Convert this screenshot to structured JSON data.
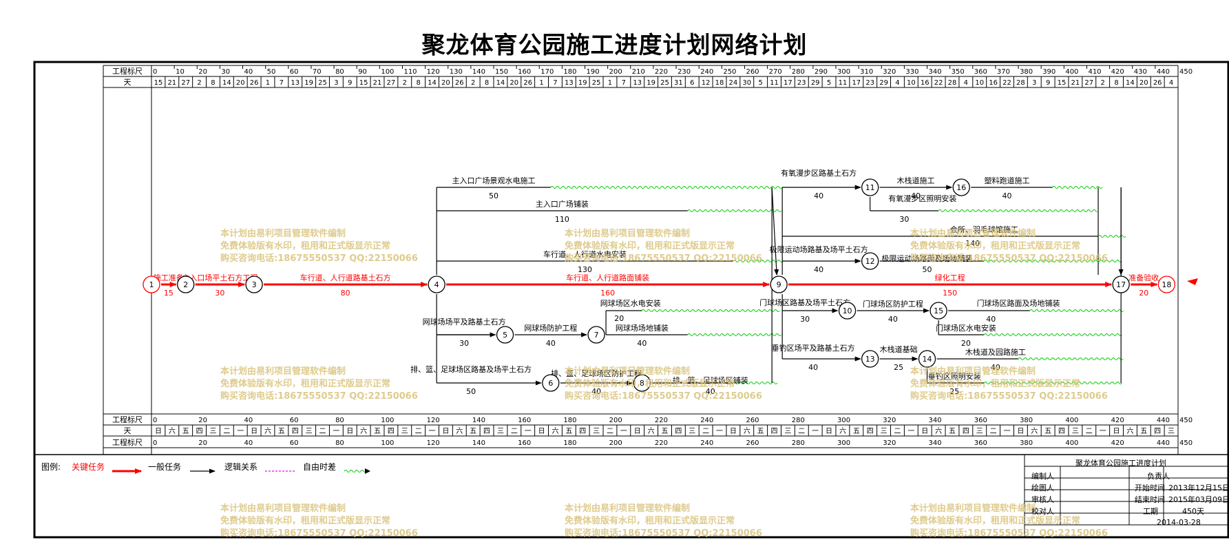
{
  "title": "聚龙体育公园施工进度计划网络计划",
  "scale_top": {
    "row1_label": "工程标尺",
    "row1_ticks": [
      "0",
      "10",
      "20",
      "30",
      "40",
      "50",
      "60",
      "70",
      "80",
      "90",
      "100",
      "110",
      "120",
      "130",
      "140",
      "150",
      "160",
      "170",
      "180",
      "190",
      "200",
      "210",
      "220",
      "230",
      "240",
      "250",
      "260",
      "270",
      "280",
      "290",
      "300",
      "310",
      "320",
      "330",
      "340",
      "350",
      "360",
      "370",
      "380",
      "390",
      "400",
      "410",
      "420",
      "430",
      "440",
      "450"
    ],
    "row2_label": "天",
    "row2_days": [
      "15",
      "21",
      "27",
      "2",
      "8",
      "14",
      "20",
      "26",
      "1",
      "7",
      "13",
      "19",
      "25",
      "3",
      "9",
      "15",
      "21",
      "27",
      "2",
      "8",
      "14",
      "20",
      "26",
      "2",
      "8",
      "14",
      "20",
      "26",
      "1",
      "7",
      "13",
      "19",
      "25",
      "1",
      "7",
      "13",
      "19",
      "25",
      "31",
      "6",
      "12",
      "18",
      "24",
      "30",
      "5",
      "11",
      "17",
      "23",
      "29",
      "5",
      "11",
      "17",
      "23",
      "29",
      "4",
      "10",
      "16",
      "22",
      "28",
      "4",
      "10",
      "16",
      "22",
      "28",
      "3",
      "9",
      "15",
      "21",
      "27",
      "2",
      "8",
      "14",
      "20",
      "26",
      "4"
    ]
  },
  "scale_bottom": {
    "row1_label": "工程标尺",
    "ticks": [
      "0",
      "20",
      "40",
      "60",
      "80",
      "100",
      "120",
      "140",
      "160",
      "180",
      "200",
      "220",
      "240",
      "260",
      "280",
      "300",
      "320",
      "340",
      "360",
      "380",
      "400",
      "420",
      "440",
      "450"
    ],
    "row2_label": "天",
    "weekdays": [
      "日",
      "六",
      "五",
      "四",
      "三",
      "二",
      "一"
    ],
    "row3_label": "工程标尺"
  },
  "nodes": [
    "1",
    "2",
    "3",
    "4",
    "5",
    "6",
    "7",
    "8",
    "9",
    "10",
    "11",
    "12",
    "13",
    "14",
    "15",
    "16",
    "17",
    "18"
  ],
  "activities": [
    {
      "id": "a1",
      "name": "施工准备",
      "duration": "15",
      "critical": true
    },
    {
      "id": "a2",
      "name": "主入口场平土石方工程",
      "duration": "30",
      "critical": true
    },
    {
      "id": "a3",
      "name": "车行道、人行道路基土石方",
      "duration": "80",
      "critical": true
    },
    {
      "id": "a4",
      "name": "车行道、人行道路面铺装",
      "duration": "160",
      "critical": true
    },
    {
      "id": "a5",
      "name": "主入口广场景观水电施工",
      "duration": "50",
      "critical": false
    },
    {
      "id": "a6",
      "name": "主入口广场铺装",
      "duration": "110",
      "critical": false
    },
    {
      "id": "a7",
      "name": "车行道、人行道水电安装",
      "duration": "130",
      "critical": false
    },
    {
      "id": "a8",
      "name": "网球场场平及路基土石方",
      "duration": "30",
      "critical": false
    },
    {
      "id": "a9",
      "name": "网球场防护工程",
      "duration": "40",
      "critical": false
    },
    {
      "id": "a10",
      "name": "网球场区水电安装",
      "duration": "20",
      "critical": false
    },
    {
      "id": "a11",
      "name": "网球场场地铺装",
      "duration": "40",
      "critical": false
    },
    {
      "id": "a12",
      "name": "排、篮、足球场区路基及场平土石方",
      "duration": "50",
      "critical": false
    },
    {
      "id": "a13",
      "name": "排、篮、足球场区防护工程",
      "duration": "40",
      "critical": false
    },
    {
      "id": "a14",
      "name": "排、篮、足球场区铺装",
      "duration": "40",
      "critical": false
    },
    {
      "id": "a15",
      "name": "有氧漫步区路基土石方",
      "duration": "40",
      "critical": false
    },
    {
      "id": "a16",
      "name": "木栈道施工",
      "duration": "40",
      "critical": false
    },
    {
      "id": "a17",
      "name": "塑料跑道施工",
      "duration": "40",
      "critical": false
    },
    {
      "id": "a18",
      "name": "有氧漫步区照明安装",
      "duration": "30",
      "critical": false
    },
    {
      "id": "a19",
      "name": "会所、羽毛球馆施工",
      "duration": "140",
      "critical": false
    },
    {
      "id": "a20",
      "name": "极限运动场路基及场平土石方",
      "duration": "40",
      "critical": false
    },
    {
      "id": "a21",
      "name": "极限运动场路面及场地铺装",
      "duration": "50",
      "critical": false
    },
    {
      "id": "a22",
      "name": "绿化工程",
      "duration": "150",
      "critical": true
    },
    {
      "id": "a23",
      "name": "门球场区路基及场平土石方",
      "duration": "30",
      "critical": false
    },
    {
      "id": "a24",
      "name": "门球场区防护工程",
      "duration": "40",
      "critical": false
    },
    {
      "id": "a25",
      "name": "门球场区路面及场地铺装",
      "duration": "40",
      "critical": false
    },
    {
      "id": "a26",
      "name": "门球场区水电安装",
      "duration": "20",
      "critical": false
    },
    {
      "id": "a27",
      "name": "垂钓区场平及路基土石方",
      "duration": "40",
      "critical": false
    },
    {
      "id": "a28",
      "name": "木栈道基础",
      "duration": "25",
      "critical": false
    },
    {
      "id": "a29",
      "name": "木栈道及园路施工",
      "duration": "40",
      "critical": false
    },
    {
      "id": "a30",
      "name": "垂钓区照明安装",
      "duration": "25",
      "critical": false
    },
    {
      "id": "a31",
      "name": "准备验收",
      "duration": "20",
      "critical": true
    }
  ],
  "watermark": {
    "line1": "本计划由易利项目管理软件编制",
    "line2": "免费体验版有水印，租用和正式版显示正常",
    "line3": "购买咨询电话:18675550537 QQ:22150066"
  },
  "legend": {
    "label": "图例:",
    "critical": "关键任务",
    "normal": "一般任务",
    "logic": "逻辑关系",
    "float": "自由时差"
  },
  "title_block": {
    "heading": "聚龙体育公园施工进度计划",
    "compiler_label": "编制人",
    "manager_label": "负责人",
    "drawer_label": "绘图人",
    "start_label": "开始时间",
    "start_value": "2013年12月15日",
    "reviewer_label": "审核人",
    "end_label": "结束时间",
    "end_value": "2015年03月09日",
    "checker_label": "校对人",
    "duration_label": "工期",
    "duration_value": "450天",
    "date": "2014-03-28"
  },
  "colors": {
    "critical": "#ff0000",
    "normal": "#000000",
    "logic": "#ff00ff",
    "float": "#00cc00",
    "watermark": "#d9c27a"
  }
}
